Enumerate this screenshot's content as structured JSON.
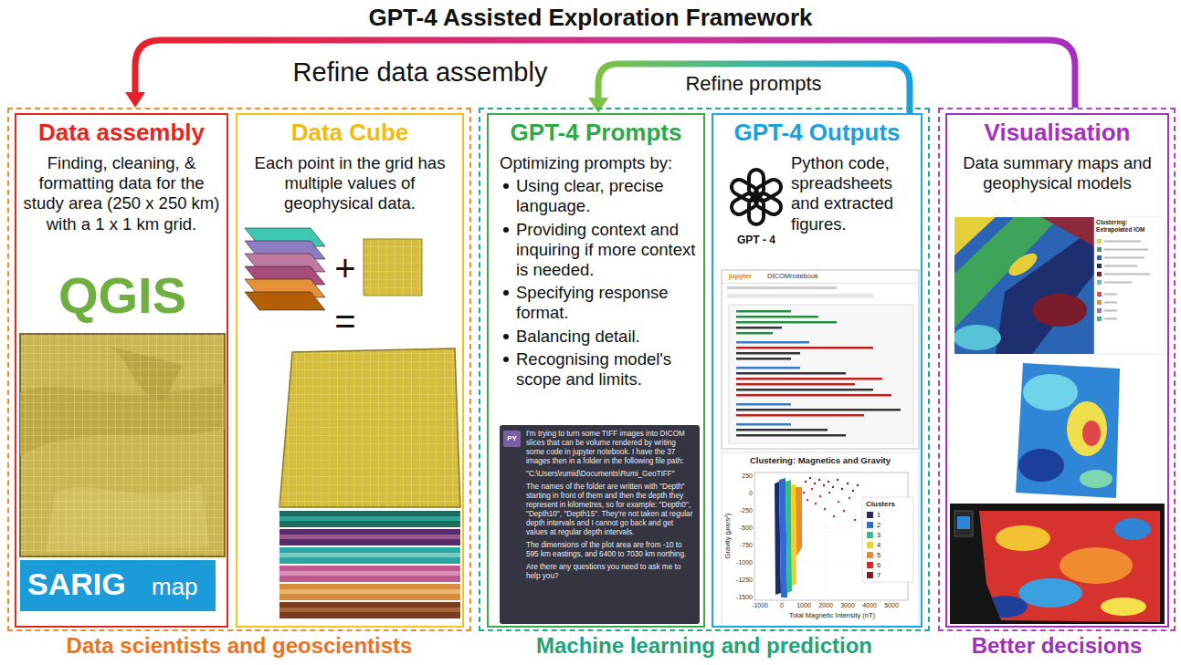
{
  "diagram": {
    "title": "GPT-4 Assisted Exploration Framework",
    "nodes": [
      {
        "text": [
          "Data scientists and geoscientists"
        ]
      },
      {
        "text": [
          "Data assembly",
          "Finding, cleaning, & formatting data for the study area (250 x 250 km) with a 1 x 1 km grid."
        ],
        "in": 0
      },
      {
        "text": [
          "Data Cube",
          "Each point in the grid has multiple values of geophysical data."
        ],
        "in": 0
      },
      {
        "text": [
          "Machine learning and prediction"
        ]
      },
      {
        "text": [
          "GPT-4 Prompts",
          "Optimizing prompts by:",
          "Using clear, precise language.",
          "Providing context and inquiring if more context is needed.",
          "Specifying response format.",
          "Balancing detail.",
          "Recognising model's scope and limits."
        ],
        "in": 3
      },
      {
        "text": [
          "GPT-4 Outputs",
          "Python code, spreadsheets and extracted figures."
        ],
        "in": 3
      },
      {
        "text": [
          "Better decisions"
        ]
      },
      {
        "text": [
          "Visualisation",
          "Data summary maps and geophysical models"
        ],
        "in": 6
      }
    ],
    "edges": [
      {
        "from": 6,
        "to": 0,
        "arrow": "to",
        "label": "Refine data assembly"
      },
      {
        "from": 5,
        "to": 4,
        "arrow": "to",
        "label": "Refine prompts"
      }
    ],
    "labels": [
      "QGIS",
      "SARIG",
      "map",
      "+",
      "=",
      "PY",
      "I'm trying to turn some TIFF images into DICOM slices that can be volume rendered by writing some code in jupyter notebook. I have the 37 images then in a folder in the following file path:",
      "\"C:\\Users\\rumid\\Documents\\Rumi_GeoTIFF\"",
      "The names of the folder are written with \"Depth\" starting in front of them and then the depth they represent in kilometres, so for example: \"Depth0\", \"Depth10\", \"Depth15\". They're not taken at regular depth intervals and I cannot go back and get values at regular depth intervals.",
      "The dimensions of the plot area are from -10 to 595 km eastings, and 6400 to 7030 km northing.",
      "Are there any questions you need to ask me to help you?",
      "GPT - 4",
      "jupyter",
      "DICOMnotebook",
      "Clustering: Magnetics and Gravity",
      "250",
      "0",
      "-250",
      "-500",
      "-750",
      "-1000",
      "-1250",
      "-1500",
      "-1000",
      "0",
      "1000",
      "2000",
      "3000",
      "4000",
      "5000",
      "Total Magnetic Intensity (nT)",
      "Gravity (μm/s²)",
      "Clusters",
      "Clustering: Extrapolated IOM"
    ],
    "legend": [
      {
        "text": "1",
        "color": "#1f2a6b"
      },
      {
        "text": "2",
        "color": "#2f6bd8"
      },
      {
        "text": "3",
        "color": "#2bbf8f"
      },
      {
        "text": "4",
        "color": "#f2d024"
      },
      {
        "text": "5",
        "color": "#f08a24"
      },
      {
        "text": "6",
        "color": "#d8262a"
      },
      {
        "text": "7",
        "color": "#8c1a1a"
      }
    ]
  }
}
